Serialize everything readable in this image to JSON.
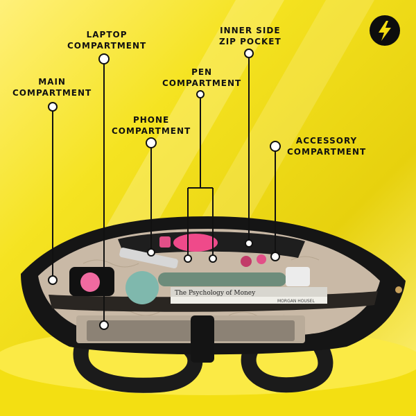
{
  "labels": {
    "laptop_line1": "LAPTOP",
    "laptop_line2": "COMPARTMENT",
    "inner_line1": "INNER SIDE",
    "inner_line2": "ZIP POCKET",
    "pen_line1": "PEN",
    "pen_line2": "COMPARTMENT",
    "main_line1": "MAIN",
    "main_line2": "COMPARTMENT",
    "phone_line1": "PHONE",
    "phone_line2": "COMPARTMENT",
    "accessory_line1": "ACCESSORY",
    "accessory_line2": "COMPARTMENT"
  },
  "book_titles": {
    "psychology": "The Psychology of Money",
    "morgan": "MORGAN HOUSEL"
  },
  "logo_icon": "lightning-bolt-icon",
  "colors": {
    "background": "#f2e11b",
    "bag_black": "#151515",
    "lining": "#c8b8a5",
    "accent_pink": "#ef4a8a",
    "mint": "#7fb8ad"
  }
}
